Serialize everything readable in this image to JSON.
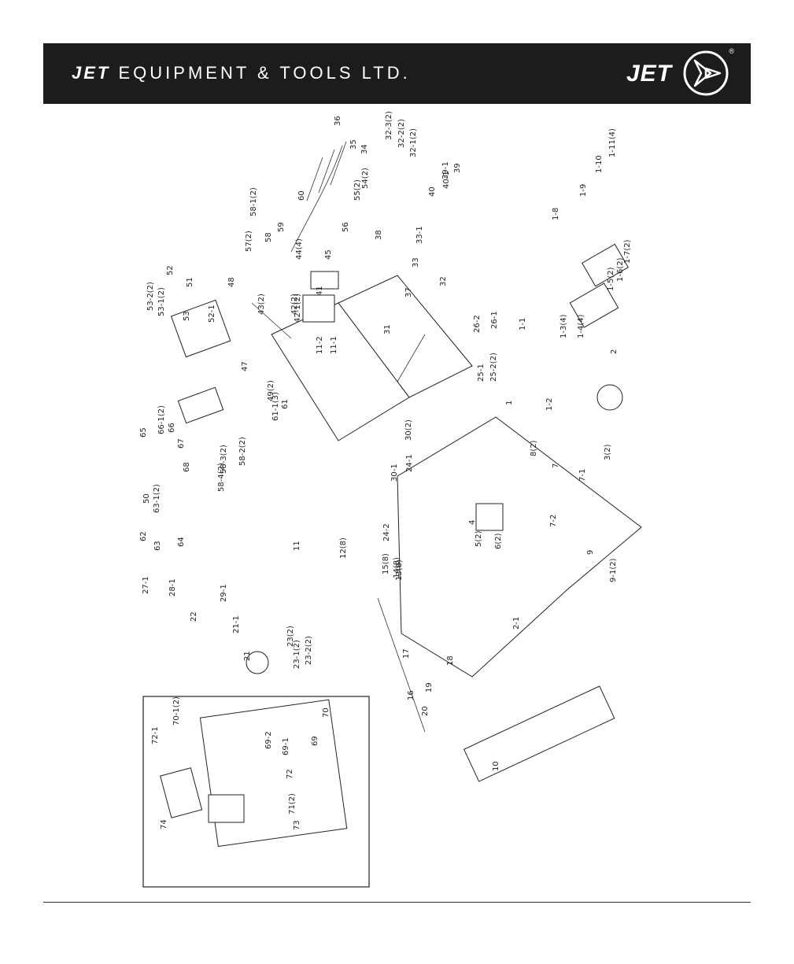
{
  "header": {
    "brand_strong": "JET",
    "brand_rest": "EQUIPMENT & TOOLS LTD.",
    "logo_text": "JET",
    "registered": "®"
  },
  "colors": {
    "header_bg": "#1c1c1c",
    "header_text": "#ffffff",
    "line": "#222222"
  },
  "part_labels": [
    "36",
    "35",
    "34",
    "32-3(2)",
    "32-2(2)",
    "32-1(2)",
    "39",
    "39-1",
    "40-1",
    "40",
    "1-11(4)",
    "1-10",
    "1-9",
    "1-8",
    "1-7(2)",
    "1-6(2)",
    "1-5(2)",
    "60",
    "54(2)",
    "55(2)",
    "56",
    "38",
    "33-1",
    "33",
    "37",
    "32",
    "58-1(2)",
    "59",
    "58",
    "57(2)",
    "44(4)",
    "45",
    "41",
    "52",
    "51",
    "48",
    "53-2(2)",
    "53-1(2)",
    "53",
    "52-1",
    "43(2)",
    "42(2)",
    "42-1(2)",
    "11-2",
    "11-1",
    "47",
    "31",
    "26-2",
    "26-1",
    "1-1",
    "1-3(4)",
    "1-4(4)",
    "2",
    "49(2)",
    "61",
    "61-1(3)",
    "25-1",
    "25-2(2)",
    "1",
    "1-2",
    "65",
    "66-1(2)",
    "66",
    "67",
    "68",
    "58-2(2)",
    "58-3(2)",
    "58-4(2)",
    "30(2)",
    "30-1",
    "24-1",
    "8(2)",
    "7",
    "3(2)",
    "50",
    "63-1(2)",
    "62",
    "63",
    "64",
    "24-2",
    "4",
    "7-1",
    "7-2",
    "27-1",
    "28-1",
    "29-1",
    "22",
    "11",
    "12(8)",
    "15(8)",
    "14(8)",
    "13(8)",
    "5(2)",
    "6(2)",
    "9",
    "9-1(2)",
    "21-1",
    "21",
    "23(2)",
    "23-1(2)",
    "23-2(2)",
    "17",
    "18",
    "19",
    "16",
    "20",
    "2-1",
    "10",
    "70-1(2)",
    "72-1",
    "70",
    "69-2",
    "69-1",
    "69",
    "74",
    "72",
    "71(2)",
    "73"
  ]
}
